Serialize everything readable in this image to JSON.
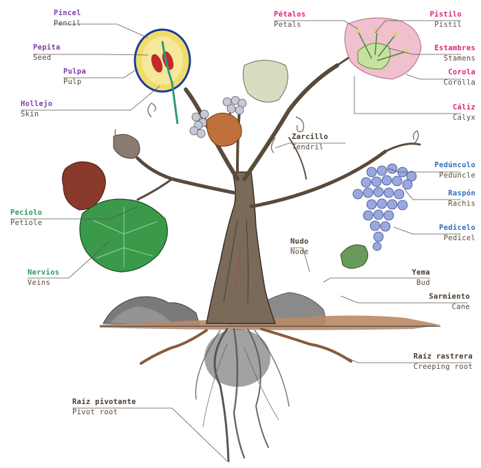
{
  "colors": {
    "purple": "#7b3fa8",
    "magenta": "#e0237a",
    "blue": "#2f6fc0",
    "green": "#2a9a5a",
    "dark": "#4a3a2a",
    "english": "#5a4a3a"
  },
  "labels": {
    "pincel": {
      "es": "Pincel",
      "en": "Pencil"
    },
    "pepita": {
      "es": "Pepita",
      "en": "Seed"
    },
    "pulpa": {
      "es": "Pulpa",
      "en": "Pulp"
    },
    "hollejo": {
      "es": "Hollejo",
      "en": "Skin"
    },
    "petalos": {
      "es": "Pétalos",
      "en": "Petals"
    },
    "pistilo": {
      "es": "Pistilo",
      "en": "Pistil"
    },
    "estambres": {
      "es": "Estambres",
      "en": "Stamens"
    },
    "corola": {
      "es": "Corola",
      "en": "Corolla"
    },
    "caliz": {
      "es": "Cáliz",
      "en": "Calyx"
    },
    "zarcillo": {
      "es": "Zarcillo",
      "en": "Tendril"
    },
    "pedunculo": {
      "es": "Pedúnculo",
      "en": "Peduncle"
    },
    "raspon": {
      "es": "Raspón",
      "en": "Rachis"
    },
    "pedicelo": {
      "es": "Pedicelo",
      "en": "Pedicel"
    },
    "peciolo": {
      "es": "Peciolo",
      "en": "Petiole"
    },
    "nervios": {
      "es": "Nervios",
      "en": "Veins"
    },
    "nudo": {
      "es": "Nudo",
      "en": "Node"
    },
    "yema": {
      "es": "Yema",
      "en": "Bud"
    },
    "sarmiento": {
      "es": "Sarmiento",
      "en": "Cane"
    },
    "raiz_rastrera": {
      "es": "Raíz rastrera",
      "en": "Creeping root"
    },
    "raiz_pivotante": {
      "es": "Raíz pivotante",
      "en": "Pivot root"
    }
  }
}
